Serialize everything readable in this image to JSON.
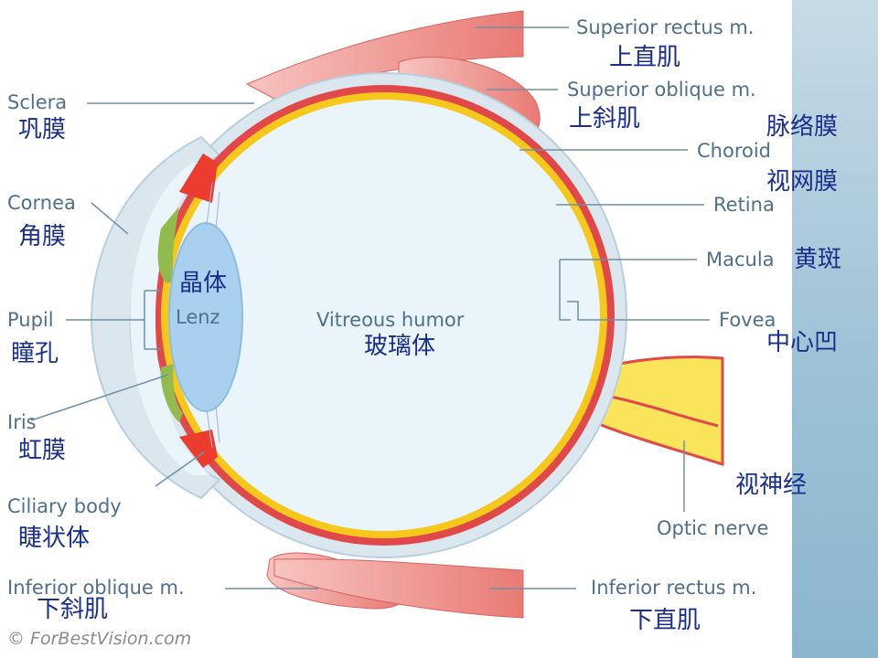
{
  "labels_en": {
    "superior_rectus": "Superior rectus m.",
    "superior_oblique": "Superior oblique m.",
    "sclera": "Sclera",
    "choroid": "Choroid",
    "cornea": "Cornea",
    "retina": "Retina",
    "macula": "Macula",
    "pupil": "Pupil",
    "lens": "Lenz",
    "vitreous": "Vitreous humor",
    "fovea": "Fovea",
    "iris": "Iris",
    "ciliary_body": "Ciliary body",
    "optic_nerve": "Optic nerve",
    "inferior_oblique": "Inferior oblique m.",
    "inferior_rectus": "Inferior rectus m."
  },
  "labels_zh": {
    "superior_rectus": "上直肌",
    "superior_oblique": "上斜肌",
    "sclera": "巩膜",
    "choroid": "脉络膜",
    "retina": "视网膜",
    "cornea": "角膜",
    "lens": "晶体",
    "macula": "黄斑",
    "pupil": "瞳孔",
    "vitreous": "玻璃体",
    "fovea": "中心凹",
    "iris": "虹膜",
    "optic_nerve": "视神经",
    "ciliary_body": "睫状体",
    "inferior_oblique": "下斜肌",
    "inferior_rectus": "下直肌"
  },
  "copyright": "© ForBestVision.com",
  "colors": {
    "label_en": "#4f6f8a",
    "label_zh": "#1a2e8c",
    "sclera": "#dbe7ef",
    "choroid": "#e0484a",
    "retina": "#f7c81c",
    "muscle": "#eb8b86",
    "lens": "#a9d0ee",
    "iris": "#93ba4c",
    "leader": "#6f8fa6",
    "sidebar": "#9ec2d6"
  }
}
